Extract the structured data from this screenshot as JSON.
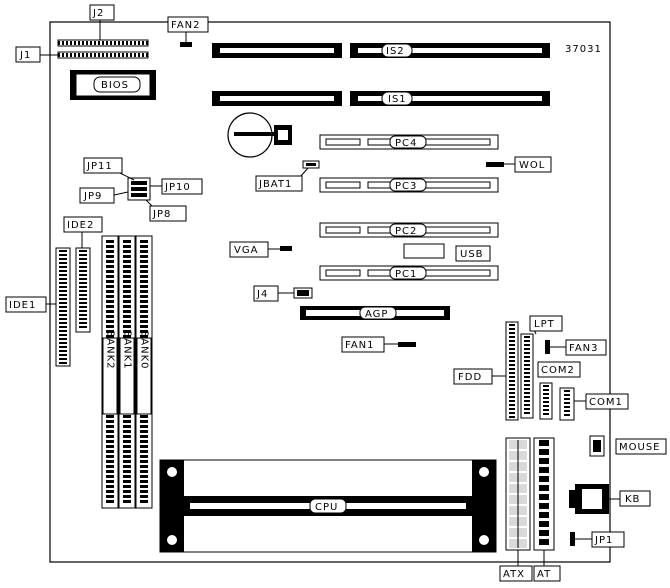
{
  "board_id": "37031",
  "labels": {
    "j2": "J2",
    "j1": "J1",
    "fan2": "FAN2",
    "bios": "BIOS",
    "is2": "IS2",
    "is1": "IS1",
    "pc4": "PC4",
    "pc3": "PC3",
    "pc2": "PC2",
    "pc1": "PC1",
    "wol": "WOL",
    "usb": "USB",
    "agp": "AGP",
    "jp11": "JP11",
    "jp10": "JP10",
    "jp9": "JP9",
    "jp8": "JP8",
    "jbat1": "JBAT1",
    "vga": "VGA",
    "j4": "J4",
    "ide1": "IDE1",
    "ide2": "IDE2",
    "fan1": "FAN1",
    "bank2": "BANK2",
    "bank1": "BANK1",
    "bank0": "BANK0",
    "lpt": "LPT",
    "fan3": "FAN3",
    "fdd": "FDD",
    "com2": "COM2",
    "com1": "COM1",
    "mouse": "MOUSE",
    "kb": "KB",
    "jp1": "JP1",
    "atx": "ATX",
    "at": "AT",
    "cpu": "CPU"
  }
}
